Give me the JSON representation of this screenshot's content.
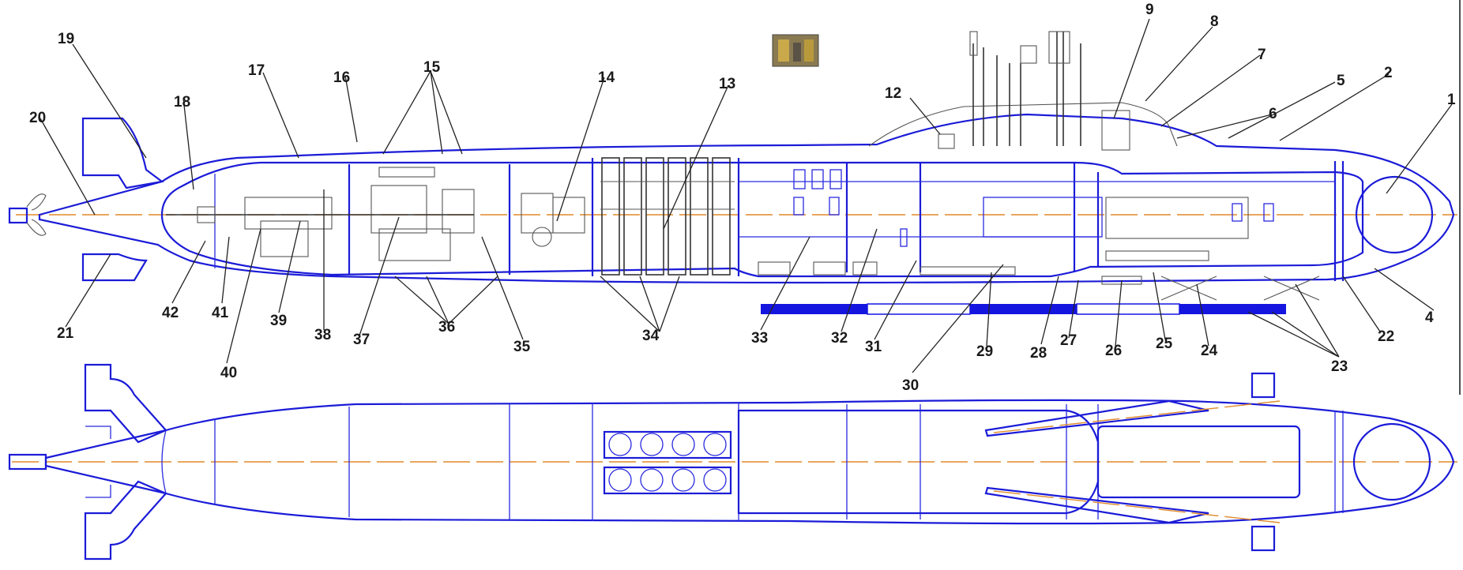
{
  "diagram": {
    "callouts": [
      {
        "text": "1"
      },
      {
        "text": "2"
      },
      {
        "text": "4"
      },
      {
        "text": "5"
      },
      {
        "text": "6"
      },
      {
        "text": "7"
      },
      {
        "text": "8"
      },
      {
        "text": "9"
      },
      {
        "text": "12"
      },
      {
        "text": "13"
      },
      {
        "text": "14"
      },
      {
        "text": "15"
      },
      {
        "text": "16"
      },
      {
        "text": "17"
      },
      {
        "text": "18"
      },
      {
        "text": "19"
      },
      {
        "text": "20"
      },
      {
        "text": "21"
      },
      {
        "text": "22"
      },
      {
        "text": "23"
      },
      {
        "text": "24"
      },
      {
        "text": "25"
      },
      {
        "text": "26"
      },
      {
        "text": "27"
      },
      {
        "text": "28"
      },
      {
        "text": "29"
      },
      {
        "text": "30"
      },
      {
        "text": "31"
      },
      {
        "text": "32"
      },
      {
        "text": "33"
      },
      {
        "text": "34"
      },
      {
        "text": "35"
      },
      {
        "text": "36"
      },
      {
        "text": "37"
      },
      {
        "text": "38"
      },
      {
        "text": "39"
      },
      {
        "text": "40"
      },
      {
        "text": "41"
      },
      {
        "text": "42"
      }
    ],
    "colors": {
      "outline": "#1b1bd8",
      "machinery": "#555555",
      "centerline": "#e08a2a",
      "label": "#1a1a1a",
      "bar": "#1515e0"
    },
    "icons": [
      "photo-thumbnail-icon"
    ]
  }
}
